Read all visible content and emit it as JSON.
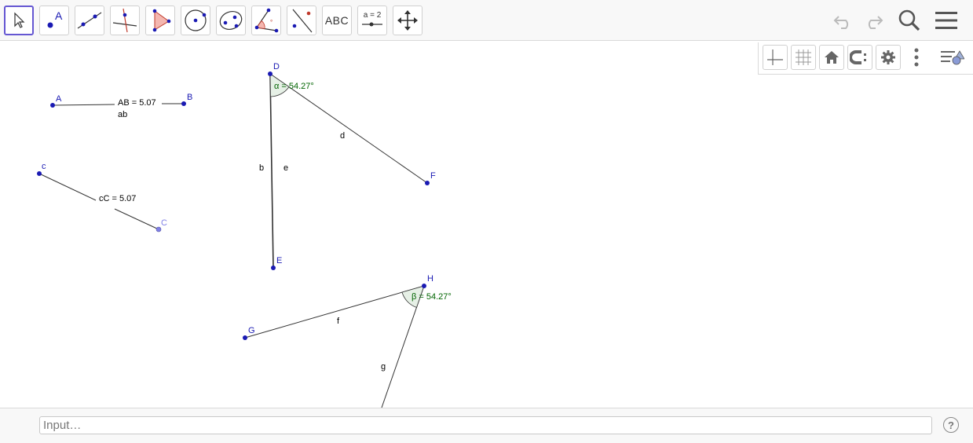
{
  "toolbar": {
    "tools": [
      {
        "id": "move",
        "icon": "cursor-arrow-icon"
      },
      {
        "id": "point",
        "icon": "point-icon",
        "letter": "A"
      },
      {
        "id": "line",
        "icon": "line-through-points-icon"
      },
      {
        "id": "perpendicular",
        "icon": "perpendicular-line-icon"
      },
      {
        "id": "polygon",
        "icon": "polygon-icon"
      },
      {
        "id": "circle",
        "icon": "circle-center-point-icon"
      },
      {
        "id": "ellipse",
        "icon": "ellipse-icon"
      },
      {
        "id": "angle",
        "icon": "angle-icon"
      },
      {
        "id": "reflect",
        "icon": "reflect-about-line-icon"
      },
      {
        "id": "text",
        "icon": "text-icon",
        "label": "ABC"
      },
      {
        "id": "slider",
        "icon": "slider-icon",
        "label": "a = 2"
      },
      {
        "id": "move-view",
        "icon": "move-graphics-view-icon"
      }
    ],
    "undo_icon": "undo-icon",
    "redo_icon": "redo-icon",
    "search_icon": "search-icon",
    "menu_icon": "hamburger-menu-icon"
  },
  "stylebar": {
    "buttons": [
      "axes-icon",
      "grid-icon",
      "home-icon",
      "point-capturing-icon",
      "settings-gear-icon",
      "more-vertical-icon",
      "toggle-style-bar-icon"
    ]
  },
  "construction": {
    "points": {
      "A": "A",
      "B": "B",
      "c": "c",
      "C": "C",
      "D": "D",
      "E": "E",
      "F": "F",
      "G": "G",
      "H": "H"
    },
    "segment_labels": {
      "ab_value": "AB = 5.07",
      "ab_name": "ab",
      "cc_value": "cC = 5.07",
      "b": "b",
      "e": "e",
      "d": "d",
      "f": "f",
      "g": "g"
    },
    "angles": {
      "alpha": "α = 54.27°",
      "beta": "β = 54.27°"
    },
    "colors": {
      "point": "#1a1ab3",
      "point_light": "#8080e6",
      "angle_text": "#006400",
      "angle_fill": "#e6f0e6"
    }
  },
  "input": {
    "placeholder": "Input…"
  },
  "help_icon": "help-icon"
}
